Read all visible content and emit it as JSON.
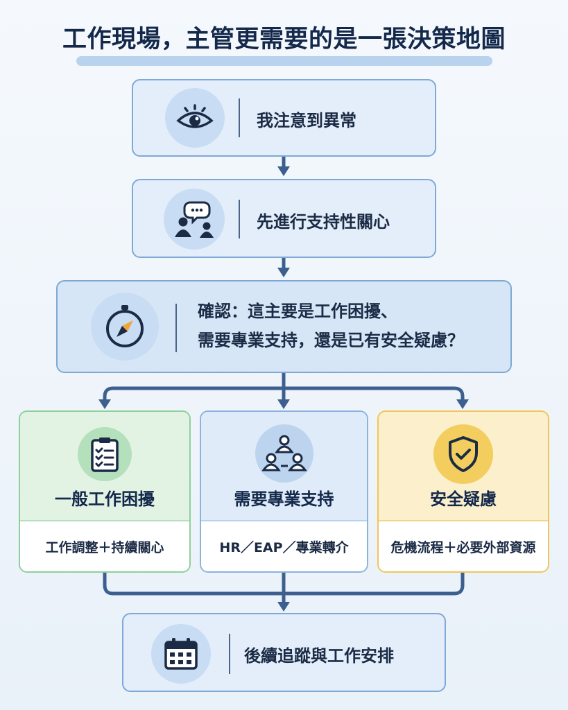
{
  "title": "工作現場，主管更需要的是一張決策地圖",
  "steps": {
    "notice": "我注意到異常",
    "care": "先進行支持性關心",
    "confirm_line1": "確認：這主要是工作困擾、",
    "confirm_line2": "需要專業支持，還是已有安全疑慮？",
    "followup": "後續追蹤與工作安排"
  },
  "branches": [
    {
      "title": "一般工作困擾",
      "action": "工作調整＋持續關心",
      "icon": "clipboard-checklist-icon"
    },
    {
      "title": "需要專業支持",
      "action": "HR／EAP／專業轉介",
      "icon": "people-network-icon"
    },
    {
      "title": "安全疑慮",
      "action": "危機流程＋必要外部資源",
      "icon": "shield-check-icon"
    }
  ],
  "icons": {
    "notice": "eye-icon",
    "care": "people-chat-icon",
    "confirm": "compass-icon",
    "followup": "calendar-icon"
  },
  "colors": {
    "navy": "#1b2b45",
    "connector": "#3d5f8f",
    "green": "#8fcf9c",
    "blue": "#8db3dd",
    "yellow": "#f0c65a"
  }
}
